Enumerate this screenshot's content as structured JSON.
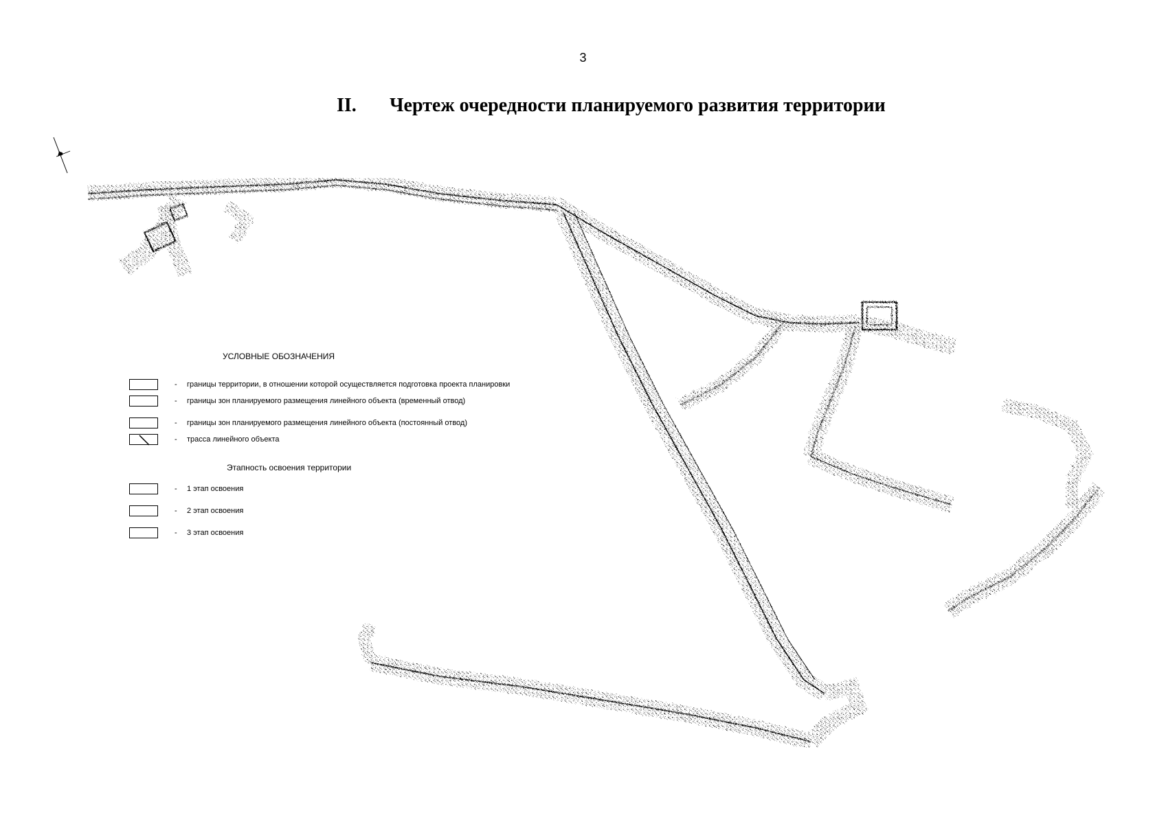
{
  "page_number": "3",
  "title": {
    "numeral": "II.",
    "text": "Чертеж очередности планируемого развития территории"
  },
  "legend": {
    "heading": "УСЛОВНЫЕ ОБОЗНАЧЕНИЯ",
    "items": [
      {
        "dash": "-",
        "label": "границы территории, в отношении которой осуществляется подготовка проекта планировки",
        "symbol": "rectangle-outline"
      },
      {
        "dash": "-",
        "label": "границы зон планируемого размещения линейного объекта (временный отвод)",
        "symbol": "rectangle-outline"
      },
      {
        "dash": "-",
        "label": "границы зон планируемого размещения линейного объекта (постоянный отвод)",
        "symbol": "rectangle-outline"
      },
      {
        "dash": "-",
        "label": "трасса линейного объекта",
        "symbol": "diagonal-line-box"
      }
    ],
    "stages_heading": "Этапность освоения территории",
    "stages": [
      {
        "dash": "-",
        "label": "1 этап освоения"
      },
      {
        "dash": "-",
        "label": "2 этап освоения"
      },
      {
        "dash": "-",
        "label": "3 этап освоения"
      }
    ]
  },
  "map": {
    "north_arrow_icon": "north-arrow-icon",
    "line_color": "#000000",
    "background_color": "#ffffff"
  }
}
